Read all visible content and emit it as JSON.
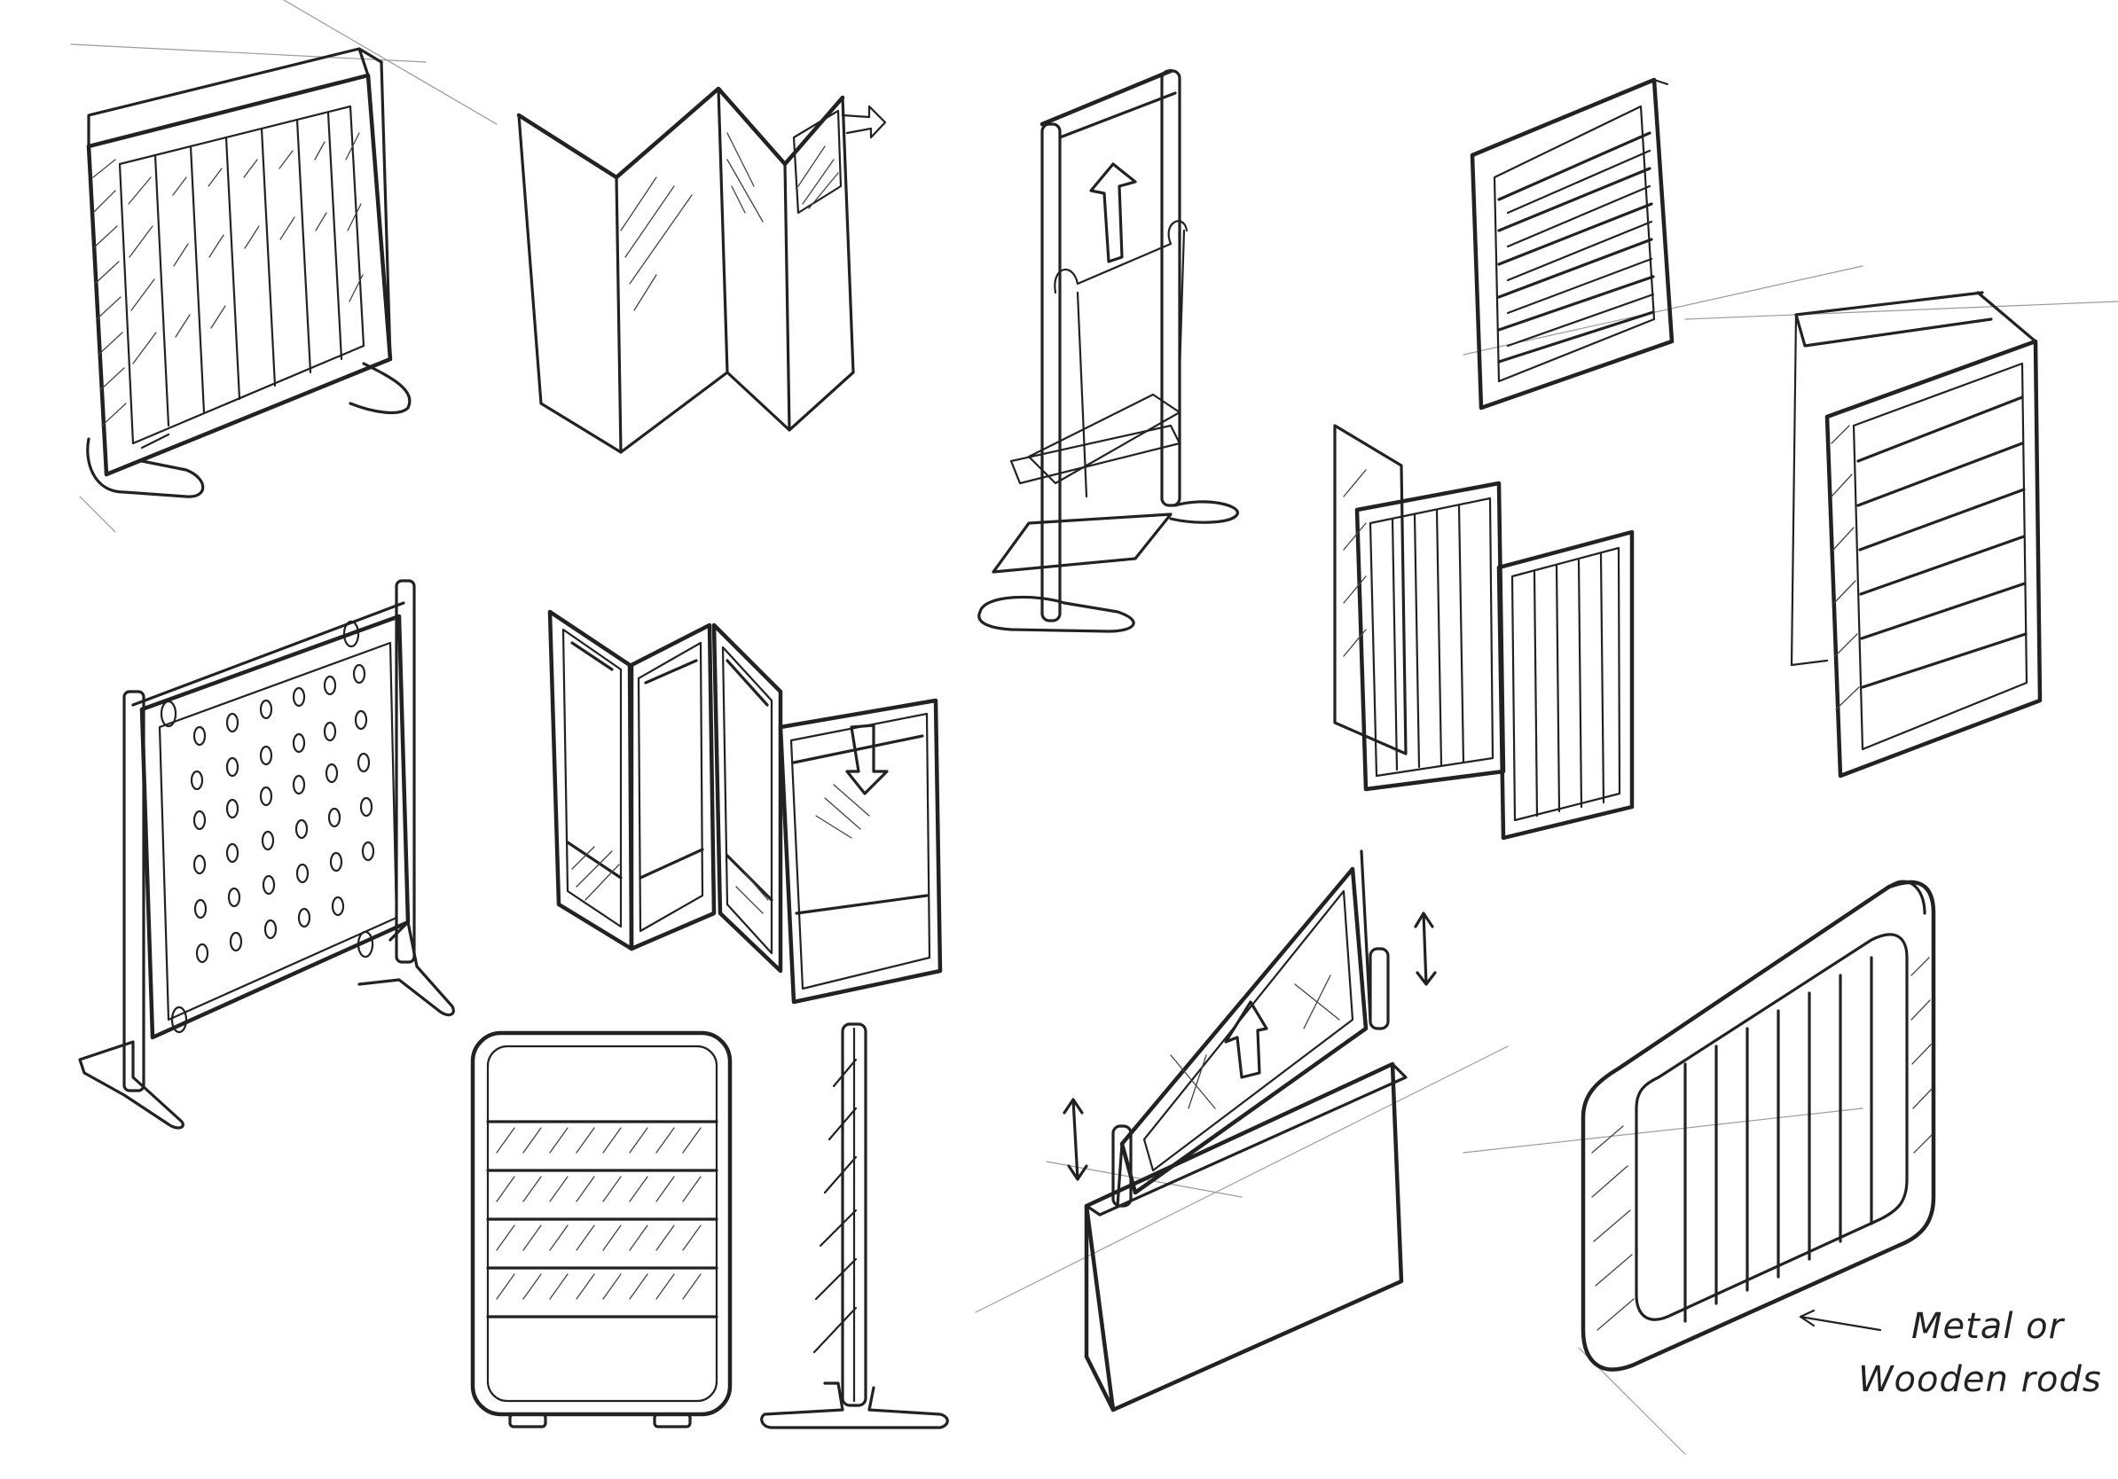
{
  "sheet": {
    "background": "#ffffff",
    "ink": "#222222"
  },
  "annotation": {
    "line1": "Metal or",
    "line2": "Wooden rods"
  },
  "sketches": [
    {
      "id": "slatted-frame-screen"
    },
    {
      "id": "folding-glass-screen"
    },
    {
      "id": "hanging-sign-stand"
    },
    {
      "id": "horizontal-louver-panel"
    },
    {
      "id": "pegboard-screen"
    },
    {
      "id": "tri-fold-frame-screen"
    },
    {
      "id": "vertical-slat-fold-panels"
    },
    {
      "id": "folding-louver-panel"
    },
    {
      "id": "louvered-panel-front-side"
    },
    {
      "id": "planter-sign-box"
    },
    {
      "id": "rounded-rod-frame"
    }
  ]
}
